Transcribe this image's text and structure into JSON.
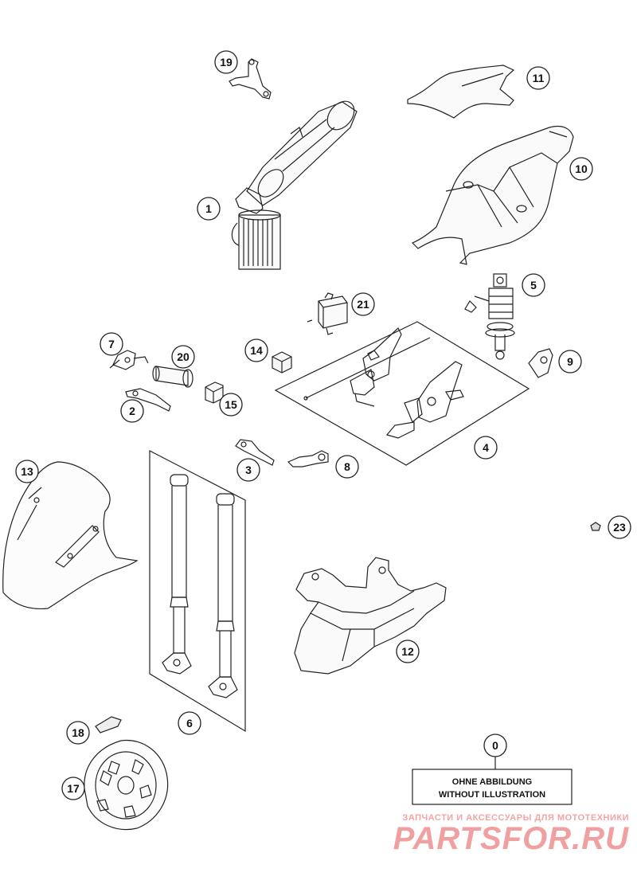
{
  "callouts": {
    "c0": "0",
    "c1": "1",
    "c2": "2",
    "c3": "3",
    "c4": "4",
    "c5": "5",
    "c6": "6",
    "c7": "7",
    "c8": "8",
    "c9": "9",
    "c10": "10",
    "c11": "11",
    "c12": "12",
    "c13": "13",
    "c14": "14",
    "c15": "15",
    "c17": "17",
    "c18": "18",
    "c19": "19",
    "c20": "20",
    "c21": "21",
    "c23": "23"
  },
  "note_box": {
    "line1": "OHNE ABBILDUNG",
    "line2": "WITHOUT ILLUSTRATION"
  },
  "watermark": {
    "tagline": "ЗАПЧАСТИ И АКСЕССУАРЫ ДЛЯ МОТОТЕХНИКИ",
    "brand": "PARTSFOR.RU"
  },
  "colors": {
    "line": "#222222",
    "watermark": "#f0a0a0"
  }
}
